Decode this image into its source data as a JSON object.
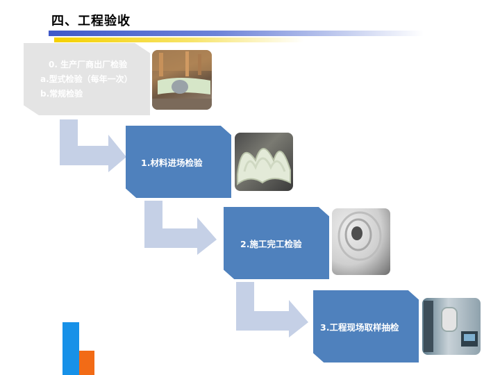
{
  "slide": {
    "title": "四、工程验收"
  },
  "steps": [
    {
      "lines": [
        "0. 生产厂商出厂检验",
        "a.型式检验（每年一次）",
        "b.常规检验"
      ],
      "color": "#e4e4e4"
    },
    {
      "label": "1.材料进场检验",
      "color": "#4f81bd"
    },
    {
      "label": "2.施工完工检验",
      "color": "#4f81bd"
    },
    {
      "label": "3.工程现场取样抽检",
      "color": "#4f81bd"
    }
  ],
  "colors": {
    "arrow": "#c5d0e6",
    "title_bar_blue": "#3f58c8",
    "title_bar_yellow": "#f4d000",
    "logo_blue": "#1791e8",
    "logo_orange": "#f26b16"
  }
}
